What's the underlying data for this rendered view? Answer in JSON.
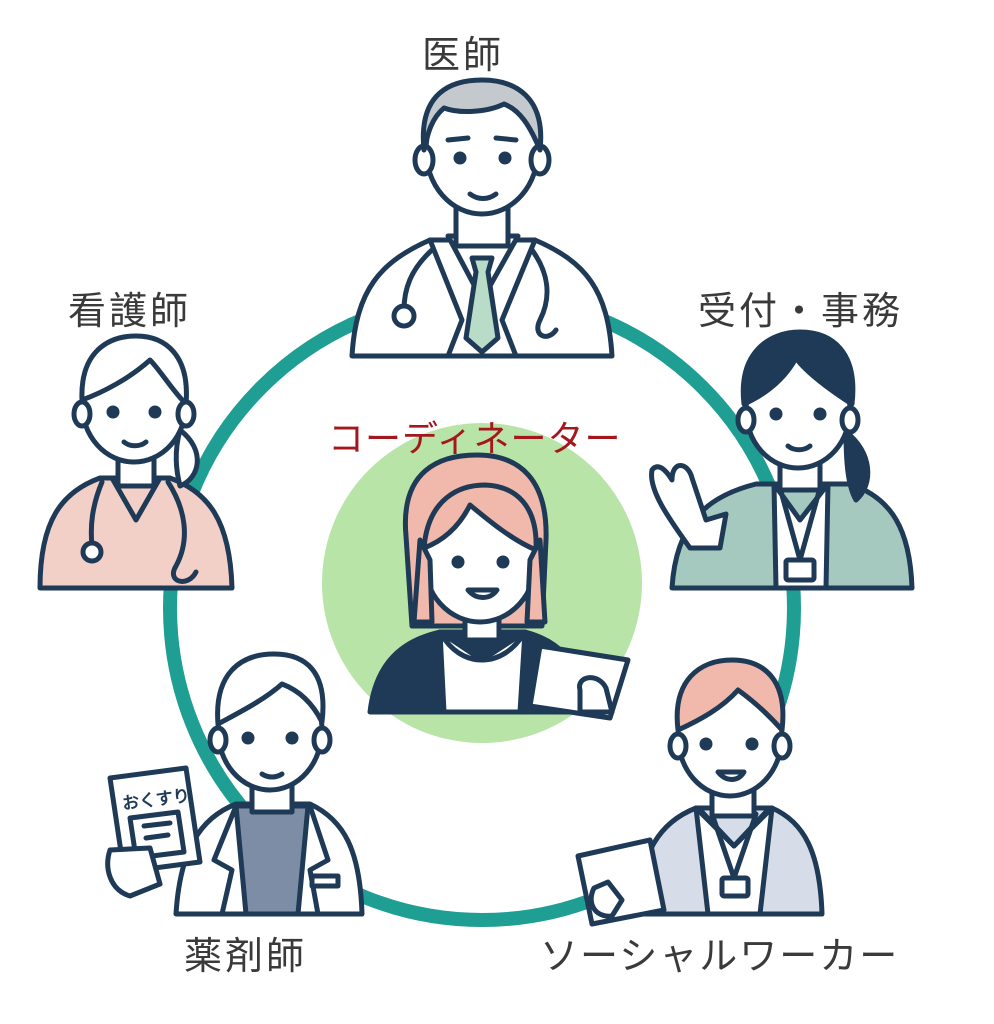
{
  "center": {
    "label": "コーディネーター"
  },
  "roles": {
    "doctor": "医師",
    "nurse": "看護師",
    "reception": "受付・事務",
    "pharmacist": "薬剤師",
    "social_worker": "ソーシャルワーカー"
  },
  "medicine_booklet": {
    "text": "おくすり"
  },
  "colors": {
    "ring": "#1f9e94",
    "center_circle": "#b9e4a8",
    "line": "#1e3a56",
    "center_label": "#a3171d",
    "nurse_scrub": "#f2d0c8",
    "reception_jacket": "#a6c9bf",
    "pharmacist_shirt": "#7d8da6",
    "worker_vest": "#d6dde8",
    "doctor_hair": "#c4c9ce",
    "pink_hair": "#f0b9ab",
    "tie": "#b9dcc8"
  }
}
